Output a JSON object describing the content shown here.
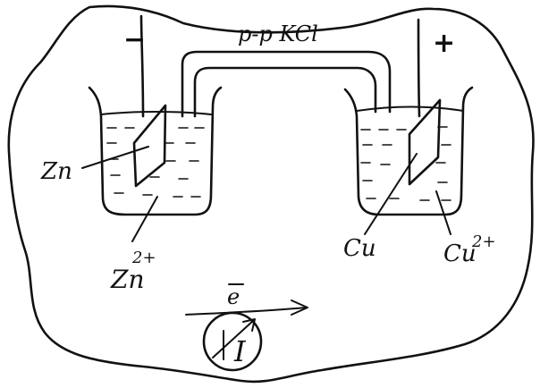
{
  "diagram": {
    "bridge_label": "p-p KCl",
    "anode_sign": "−",
    "cathode_sign": "+",
    "anode_metal": "Zn",
    "anode_ion": "Zn",
    "anode_ion_charge": "2+",
    "cathode_metal": "Cu",
    "cathode_ion": "Cu",
    "cathode_ion_charge": "2+",
    "electron_symbol": "e",
    "meter_symbol": "I"
  },
  "colors": {
    "ink": "#111111",
    "background": "#ffffff"
  },
  "icons": {
    "meter": "galvanometer-icon",
    "arrow": "arrow-right-icon"
  }
}
